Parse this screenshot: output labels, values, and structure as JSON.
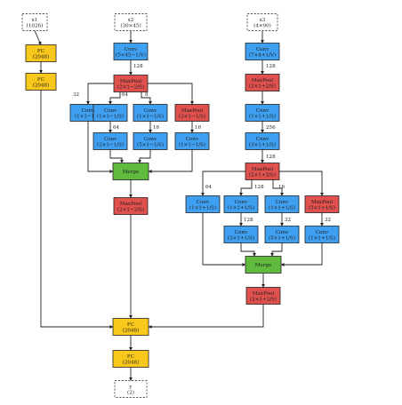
{
  "colors": {
    "input_fill": "#ffffff",
    "input_border": "#555555",
    "fc_fill": "#f8c81b",
    "conv_fill": "#3f9ff0",
    "pool_fill": "#e0504d",
    "merge_fill": "#5fba3e",
    "border": "#222222",
    "arrow": "#222222"
  },
  "nodes": {
    "x1": {
      "kind": "input",
      "line1": "x1",
      "line2": "(1026)"
    },
    "x2": {
      "kind": "input",
      "line1": "x2",
      "line2": "(30×45)"
    },
    "x3": {
      "kind": "input",
      "line1": "x3",
      "line2": "(4×90)"
    },
    "fc_a": {
      "kind": "fc",
      "line1": "FC",
      "line2": "(2048)"
    },
    "fc_b": {
      "kind": "fc",
      "line1": "FC",
      "line2": "(2048)"
    },
    "c2_conv1": {
      "kind": "conv",
      "line1": "Conv",
      "line2": "(5×45−1/V)"
    },
    "c2_pool1": {
      "kind": "pool",
      "line1": "MaxPool",
      "line2": "(2×1−2/S)"
    },
    "c2_b1": {
      "kind": "conv",
      "line1": "Conv",
      "line2": "(1×1−1/S)"
    },
    "c2_b2a": {
      "kind": "conv",
      "line1": "Conv",
      "line2": "(1×1−1/S)"
    },
    "c2_b3a": {
      "kind": "conv",
      "line1": "Conv",
      "line2": "(1×1−1/S)"
    },
    "c2_b4a": {
      "kind": "pool",
      "line1": "MaxPool",
      "line2": "(3×1−1/S)"
    },
    "c2_b2b": {
      "kind": "conv",
      "line1": "Conv",
      "line2": "(3×1−1/S)"
    },
    "c2_b3b": {
      "kind": "conv",
      "line1": "Conv",
      "line2": "(5×1−1/S)"
    },
    "c2_b4b": {
      "kind": "conv",
      "line1": "Conv",
      "line2": "(1×1−1/S)"
    },
    "c2_merge": {
      "kind": "merge",
      "line1": "Merge",
      "line2": ""
    },
    "c2_pool2": {
      "kind": "pool",
      "line1": "MaxPool",
      "line2": "(2×1−2/S)"
    },
    "c3_conv1": {
      "kind": "conv",
      "line1": "Conv",
      "line2": "(7×4+1/V)"
    },
    "c3_pool1": {
      "kind": "pool",
      "line1": "MaxPool",
      "line2": "(2×1+2/S)"
    },
    "c3_conv2": {
      "kind": "conv",
      "line1": "Conv",
      "line2": "(1×1+1/S)"
    },
    "c3_conv3": {
      "kind": "conv",
      "line1": "Conv",
      "line2": "(3×1+1/S)"
    },
    "c3_pool2": {
      "kind": "pool",
      "line1": "MaxPool",
      "line2": "(2×1+2/S)"
    },
    "c3_b1": {
      "kind": "conv",
      "line1": "Conv",
      "line2": "(1×1+1/S)"
    },
    "c3_b2a": {
      "kind": "conv",
      "line1": "Conv",
      "line2": "(1×1+1/S)"
    },
    "c3_b3a": {
      "kind": "conv",
      "line1": "Conv",
      "line2": "(1×1+1/S)"
    },
    "c3_b4a": {
      "kind": "pool",
      "line1": "MaxPool",
      "line2": "(3×1+1/S)"
    },
    "c3_b2b": {
      "kind": "conv",
      "line1": "Conv",
      "line2": "(3×1+1/S)"
    },
    "c3_b3b": {
      "kind": "conv",
      "line1": "Conv",
      "line2": "(5×1+1/S)"
    },
    "c3_b4b": {
      "kind": "conv",
      "line1": "Conv",
      "line2": "(1×1+1/S)"
    },
    "c3_merge": {
      "kind": "merge",
      "line1": "Merge",
      "line2": ""
    },
    "c3_pool3": {
      "kind": "pool",
      "line1": "MaxPool",
      "line2": "(2×1+2/S)"
    },
    "fc_c": {
      "kind": "fc",
      "line1": "FC",
      "line2": "(2048)"
    },
    "fc_d": {
      "kind": "fc",
      "line1": "FC",
      "line2": "(2048)"
    },
    "y": {
      "kind": "input",
      "line1": "y",
      "line2": "(2)"
    }
  },
  "edge_labels": {
    "c2_conv1_pool1": "128",
    "c2_b1": "32",
    "c2_b2": "64",
    "c2_b3": "8",
    "c2_b2_inner": "64",
    "c2_b3_inner": "16",
    "c2_b4_inner": "16",
    "c3_conv1_pool1": "128",
    "c3_conv2_conv3": "256",
    "c3_conv3_pool2": "128",
    "c3_b1": "64",
    "c3_b2": "128",
    "c3_b3": "16",
    "c3_b2_inner": "128",
    "c3_b3_inner": "32",
    "c3_b4_inner": "32"
  }
}
